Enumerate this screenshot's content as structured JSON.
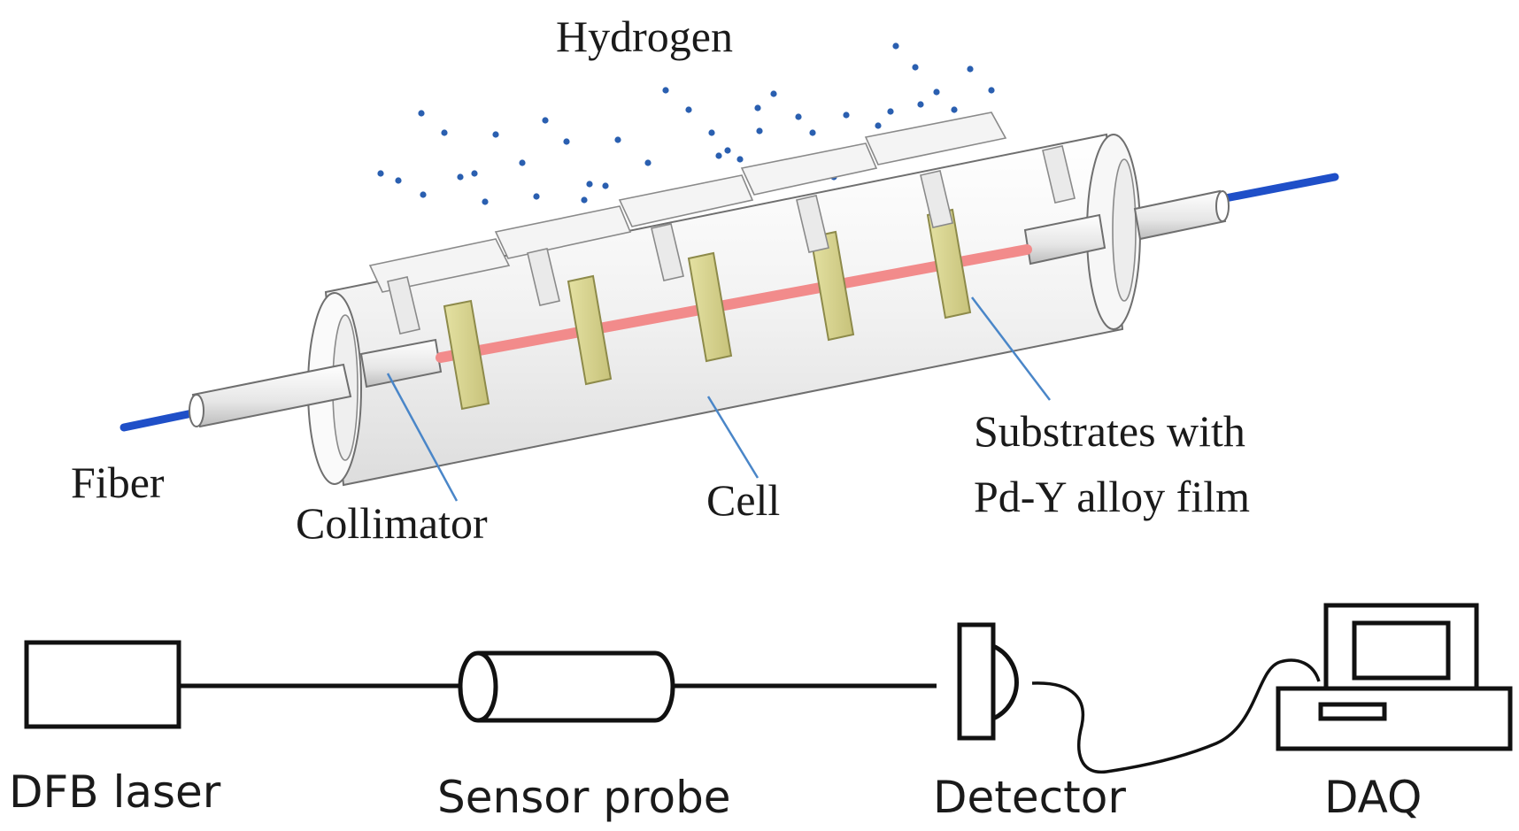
{
  "diagram": {
    "colors": {
      "fiber": "#1f4fc8",
      "beam": "#f28b8b",
      "substrate": "#d6d28a",
      "hydrogen": "#2a5fb0",
      "pointer": "#4a86c8",
      "line": "#111111"
    },
    "labels": {
      "hydrogen": "Hydrogen",
      "fiber": "Fiber",
      "collimator": "Collimator",
      "cell": "Cell",
      "substrates_line1": "Substrates with",
      "substrates_line2": "Pd-Y alloy film"
    },
    "setup": {
      "dfb_laser": "DFB laser",
      "sensor_probe": "Sensor probe",
      "detector": "Detector",
      "daq": "DAQ"
    }
  }
}
